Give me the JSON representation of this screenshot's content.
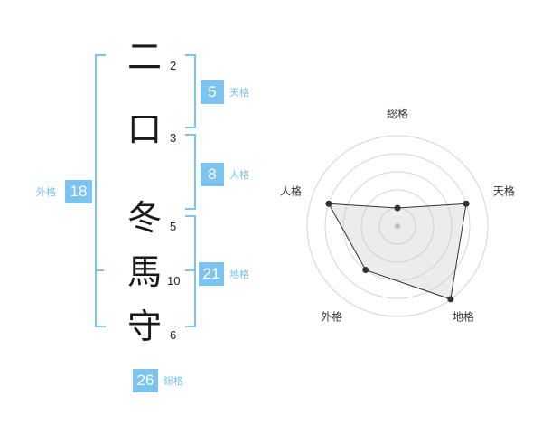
{
  "name": {
    "characters": [
      {
        "char": "二",
        "strokes": "2"
      },
      {
        "char": "口",
        "strokes": "3"
      },
      {
        "char": "冬",
        "strokes": "5"
      },
      {
        "char": "馬",
        "strokes": "10"
      },
      {
        "char": "守",
        "strokes": "6"
      }
    ]
  },
  "fortunes": {
    "tenkaku": {
      "label": "天格",
      "value": "5"
    },
    "jinkaku": {
      "label": "人格",
      "value": "8"
    },
    "chikaku": {
      "label": "地格",
      "value": "21"
    },
    "gaikaku": {
      "label": "外格",
      "value": "18"
    },
    "soukaku": {
      "label": "総格",
      "value": "26"
    }
  },
  "accent_color": "#7cc3ef",
  "chart_data": {
    "type": "radar",
    "axes": [
      "総格",
      "天格",
      "地格",
      "外格",
      "人格"
    ],
    "values": [
      1,
      4,
      5,
      3,
      4
    ],
    "range": [
      0,
      5
    ],
    "grid": true
  }
}
